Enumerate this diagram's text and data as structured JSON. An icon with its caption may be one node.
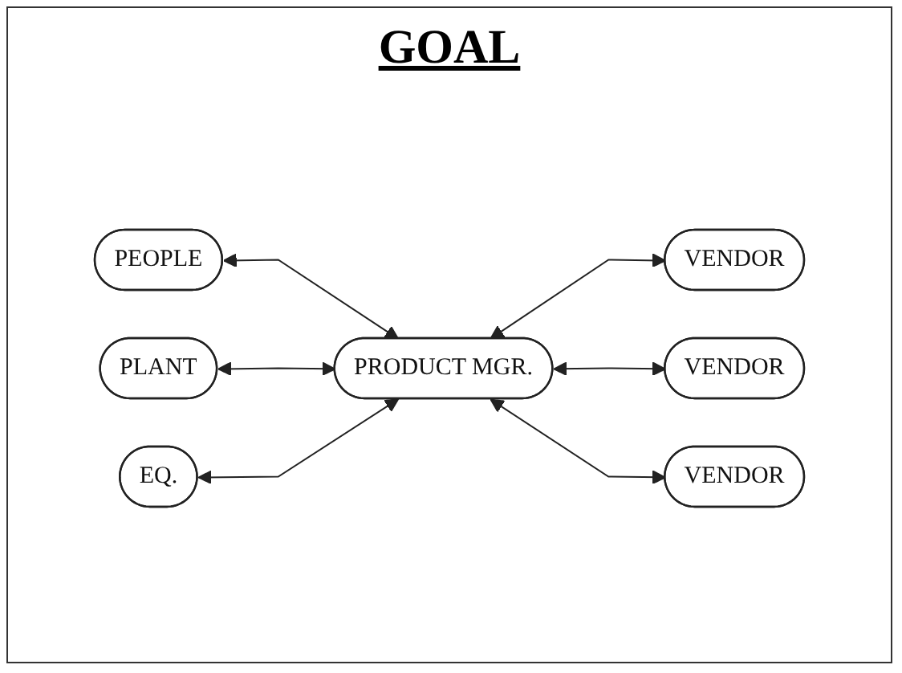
{
  "diagram": {
    "title": "GOAL",
    "nodes": [
      {
        "text": [
          "PEOPLE"
        ]
      },
      {
        "text": [
          "PLANT"
        ]
      },
      {
        "text": [
          "EQ."
        ]
      },
      {
        "text": [
          "PRODUCT MGR."
        ]
      },
      {
        "text": [
          "VENDOR"
        ]
      },
      {
        "text": [
          "VENDOR"
        ]
      },
      {
        "text": [
          "VENDOR"
        ]
      }
    ],
    "edges": [
      {
        "from": 0,
        "to": 3,
        "arrow": "both"
      },
      {
        "from": 1,
        "to": 3,
        "arrow": "both"
      },
      {
        "from": 2,
        "to": 3,
        "arrow": "both"
      },
      {
        "from": 3,
        "to": 4,
        "arrow": "both"
      },
      {
        "from": 3,
        "to": 5,
        "arrow": "both"
      },
      {
        "from": 3,
        "to": 6,
        "arrow": "both"
      }
    ]
  }
}
